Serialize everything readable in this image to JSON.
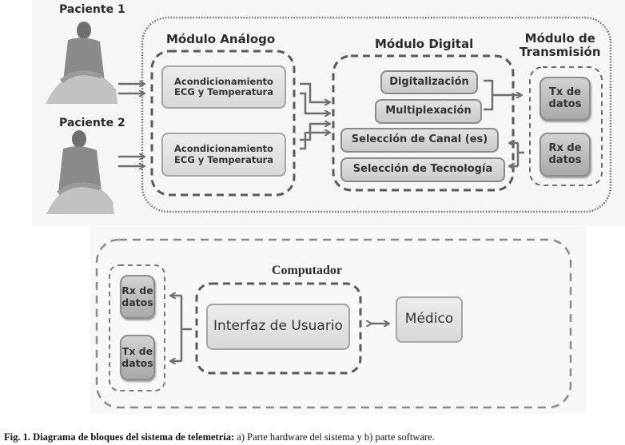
{
  "hardware": {
    "patients": [
      {
        "label": "Paciente 1"
      },
      {
        "label": "Paciente 2"
      }
    ],
    "analog_module": {
      "title": "Módulo Análogo",
      "blocks": [
        {
          "line1": "Acondicionamiento",
          "line2": "ECG y Temperatura"
        },
        {
          "line1": "Acondicionamiento",
          "line2": "ECG y Temperatura"
        }
      ]
    },
    "digital_module": {
      "title": "Módulo Digital",
      "blocks": [
        "Digitalización",
        "Multiplexación",
        "Selección de Canal (es)",
        "Selección de Tecnología"
      ]
    },
    "transmission_module": {
      "title_line1": "Módulo de",
      "title_line2": "Transmisión",
      "blocks": [
        {
          "line1": "Tx de",
          "line2": "datos"
        },
        {
          "line1": "Rx de",
          "line2": "datos"
        }
      ]
    }
  },
  "software": {
    "computer": {
      "title": "Computador",
      "interface": "Interfaz de Usuario",
      "blocks": [
        {
          "line1": "Rx de",
          "line2": "datos"
        },
        {
          "line1": "Tx de",
          "line2": "datos"
        }
      ]
    },
    "doctor": "Médico"
  },
  "caption": {
    "prefix": "Fig. 1.  Diagrama de bloques del sistema de telemetría:",
    "text": " a) Parte hardware del sistema y b) parte software."
  }
}
